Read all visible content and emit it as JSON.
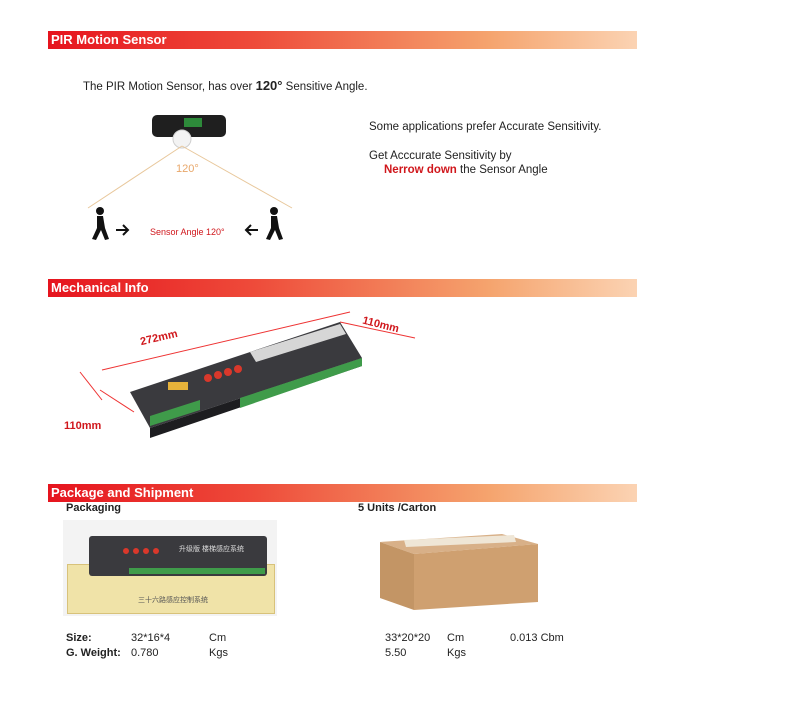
{
  "sections": {
    "pir": "PIR Motion Sensor",
    "mechanical": "Mechanical Info",
    "package": "Package and Shipment"
  },
  "pir": {
    "intro_prefix": "The PIR Motion Sensor, has over ",
    "intro_angle": "120°",
    "intro_suffix": " Sensitive Angle.",
    "angle_label": "120°",
    "sensor_angle_label": "Sensor Angle 120°",
    "note1": "Some applications prefer Accurate Sensitivity.",
    "note2": "Get Acccurate Sensitivity by",
    "note3_red": "Nerrow down",
    "note3_rest": " the Sensor Angle"
  },
  "mechanical": {
    "length": "272mm",
    "width": "110mm",
    "height": "110mm"
  },
  "package": {
    "packaging_label": "Packaging",
    "carton_label": "5 Units  /Carton",
    "box_print": "三十六路感应控制系统",
    "device_print": "升级版 楼梯感应系统",
    "size_label": "Size:",
    "size_value": "32*16*4",
    "size_unit": "Cm",
    "weight_label": "G. Weight:",
    "weight_value": "0.780",
    "weight_unit": "Kgs",
    "carton_size": "33*20*20",
    "carton_size_unit": "Cm",
    "carton_volume": "0.013  Cbm",
    "carton_weight": "5.50",
    "carton_weight_unit": "Kgs"
  }
}
